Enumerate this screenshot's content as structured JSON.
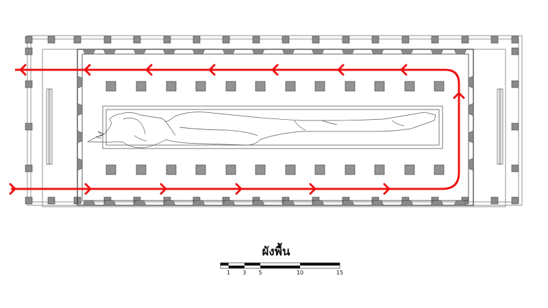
{
  "title": "ผังพื้น",
  "scale_bar": {
    "labels": [
      "1",
      "3",
      "5",
      "10",
      "15"
    ]
  },
  "colors": {
    "route": "#ee1111",
    "pillar_fill": "#8a8a8a",
    "pillar_stroke": "#444444",
    "line": "#555555"
  },
  "icons": {
    "route_arrow": "chevron-arrow",
    "figure": "reclining-buddha"
  }
}
